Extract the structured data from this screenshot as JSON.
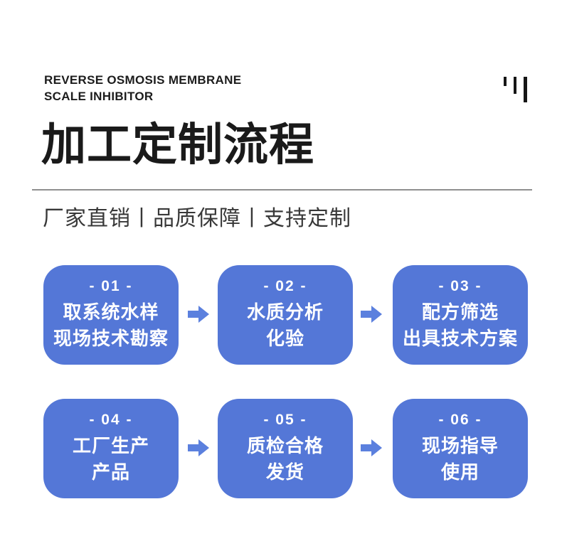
{
  "header": {
    "eyebrow_line1": "REVERSE OSMOSIS MEMBRANE",
    "eyebrow_line2": "SCALE INHIBITOR",
    "title": "加工定制流程",
    "subtitle": "厂家直销丨品质保障丨支持定制",
    "quote_icon": "three-bars-quote-icon"
  },
  "colors": {
    "step_fill": "#5477d7",
    "arrow": "#5b80de",
    "title_text": "#1a1a1a",
    "subtitle_text": "#383838",
    "divider": "#8f8f8f",
    "step_text": "#ffffff",
    "background": "#ffffff"
  },
  "flow": {
    "steps": [
      {
        "number": "- 01 -",
        "line1": "取系统水样",
        "line2": "现场技术勘察"
      },
      {
        "number": "- 02 -",
        "line1": "水质分析",
        "line2": "化验"
      },
      {
        "number": "- 03 -",
        "line1": "配方筛选",
        "line2": "出具技术方案"
      },
      {
        "number": "- 04 -",
        "line1": "工厂生产",
        "line2": "产品"
      },
      {
        "number": "- 05 -",
        "line1": "质检合格",
        "line2": "发货"
      },
      {
        "number": "- 06 -",
        "line1": "现场指导",
        "line2": "使用"
      }
    ]
  }
}
